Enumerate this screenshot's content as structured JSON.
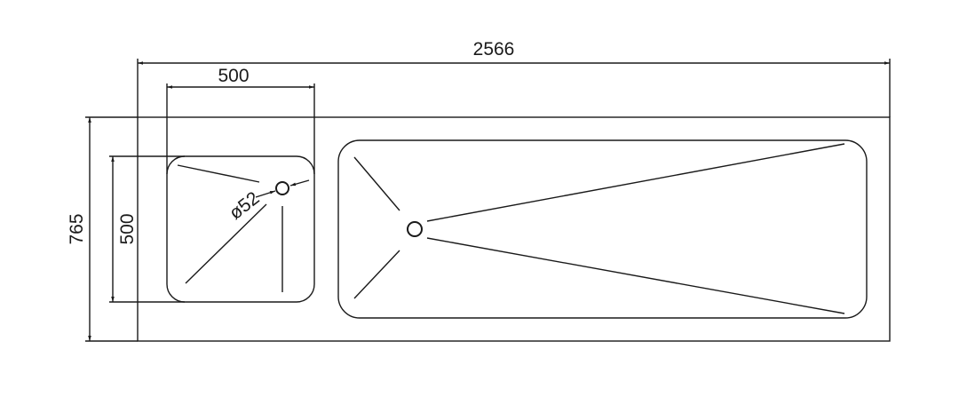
{
  "drawing": {
    "dimensions": {
      "overall_length": "2566",
      "overall_depth": "765",
      "small_bowl_width": "500",
      "small_bowl_depth": "500",
      "drain_diameter": "ø52"
    },
    "colors": {
      "line": "#1a1a1a",
      "background": "#ffffff"
    }
  }
}
